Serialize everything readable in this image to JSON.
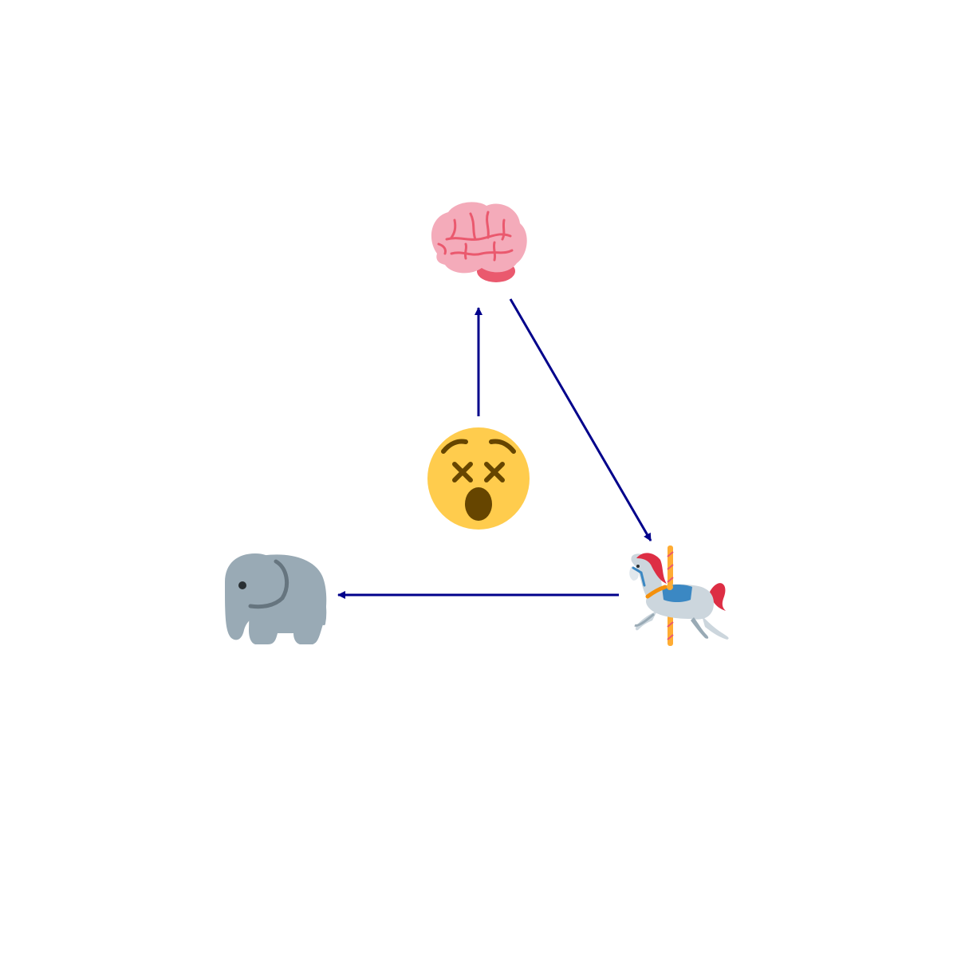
{
  "diagram": {
    "nodes": [
      {
        "id": "brain",
        "icon": "brain-icon"
      },
      {
        "id": "dizzy-face",
        "icon": "dizzy-face-icon"
      },
      {
        "id": "carousel-horse",
        "icon": "carousel-horse-icon"
      },
      {
        "id": "elephant",
        "icon": "elephant-icon"
      }
    ],
    "edges": [
      {
        "from": "dizzy-face",
        "to": "brain"
      },
      {
        "from": "brain",
        "to": "carousel-horse"
      },
      {
        "from": "carousel-horse",
        "to": "elephant"
      }
    ],
    "colors": {
      "arrow": "#00008b",
      "background": "#ffffff"
    }
  }
}
